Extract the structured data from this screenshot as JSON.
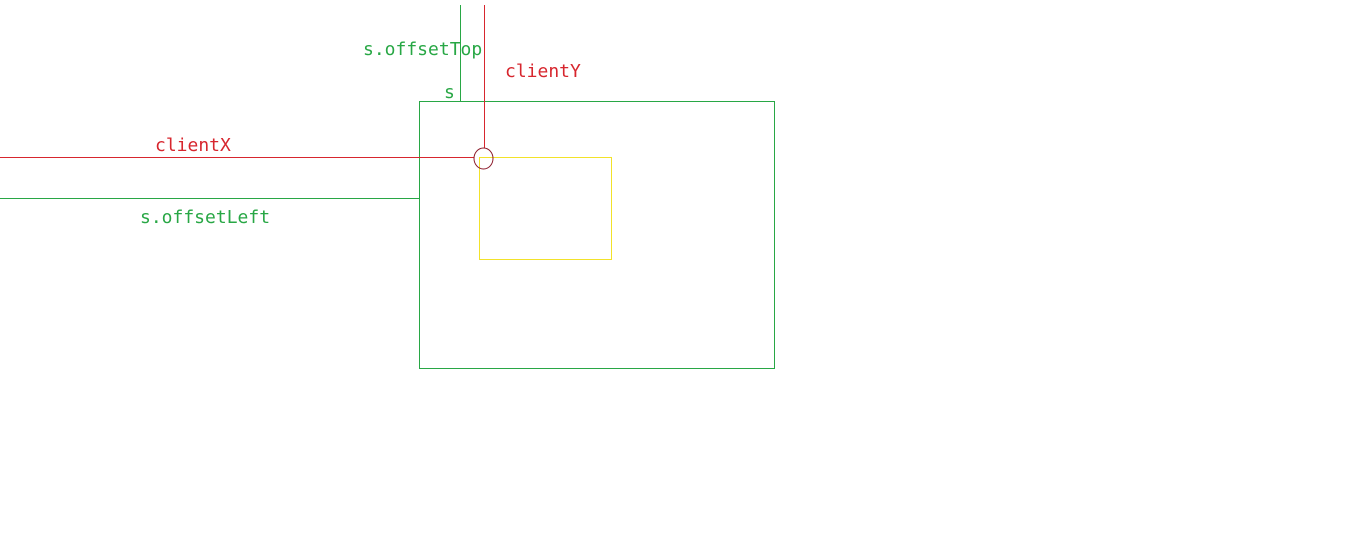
{
  "colors": {
    "offset": "#28a745",
    "client": "#d7262e",
    "cursor": "#8b1a2a",
    "inner": "#f2e22a",
    "background": "#ffffff"
  },
  "labels": {
    "offset_top": "s.offsetTop",
    "offset_left": "s.offsetLeft",
    "client_x": "clientX",
    "client_y": "clientY",
    "element_s": "s"
  }
}
